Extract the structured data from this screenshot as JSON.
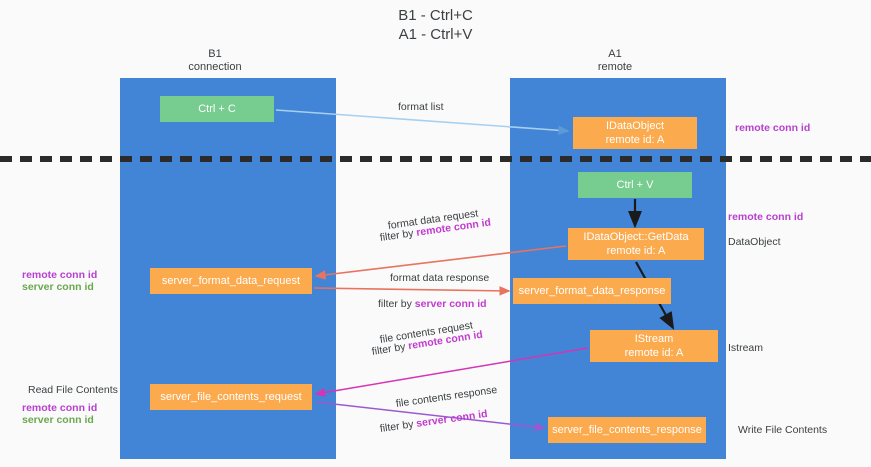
{
  "title": "B1 - Ctrl+C\nA1 - Ctrl+V",
  "columns": {
    "left": {
      "name": "B1",
      "role": "connection",
      "heading": "B1\nconnection"
    },
    "right": {
      "name": "A1",
      "role": "remote",
      "heading": "A1\nremote"
    }
  },
  "nodes": {
    "ctrl_c": {
      "label": "Ctrl + C",
      "color": "#77cc8f"
    },
    "ctrl_v": {
      "label": "Ctrl + V",
      "color": "#77cc8f"
    },
    "idataobject": {
      "label": "IDataObject\nremote id: A",
      "color": "#fbaa4e"
    },
    "getdata": {
      "label": "IDataObject::GetData\nremote id: A",
      "color": "#fbaa4e"
    },
    "istream": {
      "label": "IStream\nremote id: A",
      "color": "#fbaa4e"
    },
    "server_format_data_request": {
      "label": "server_format_data_request",
      "color": "#fbaa4e"
    },
    "server_format_data_response": {
      "label": "server_format_data_response",
      "color": "#fbaa4e"
    },
    "server_file_contents_request": {
      "label": "server_file_contents_request",
      "color": "#fbaa4e"
    },
    "server_file_contents_response": {
      "label": "server_file_contents_response",
      "color": "#fbaa4e"
    }
  },
  "edge_labels": {
    "format_list": "format list",
    "format_data_request": "format data request",
    "format_data_request_filter_prefix": "filter by ",
    "format_data_request_filter_key": "remote conn id",
    "format_data_response": "format data response",
    "format_data_response_filter_prefix": "filter by ",
    "format_data_response_filter_key": "server conn id",
    "file_contents_request": "file contents request",
    "file_contents_request_filter_prefix": "filter by ",
    "file_contents_request_filter_key": "remote conn id",
    "file_contents_response": "file contents response",
    "file_contents_response_filter_prefix": "filter by ",
    "file_contents_response_filter_key": "server conn id"
  },
  "side_labels": {
    "right_remote_conn_id_top": "remote conn id",
    "right_remote_conn_id_mid": "remote conn id",
    "right_dataobject": "DataObject",
    "right_istream": "Istream",
    "right_write_file_contents": "Write File Contents",
    "left_remote_conn_id": "remote conn id",
    "left_server_conn_id": "server conn id",
    "left_read_file_contents": "Read File Contents",
    "left_remote_conn_id_2": "remote conn id",
    "left_server_conn_id_2": "server conn id"
  },
  "colors": {
    "lane": "#4285d6",
    "node_green": "#77cc8f",
    "node_orange": "#fbaa4e",
    "purple": "#b83fd0",
    "green_text": "#6aa84f",
    "arrow_light_blue": "#a7cff0",
    "arrow_red": "#e8735e",
    "arrow_magenta": "#d633b5",
    "arrow_purple": "#9b59d0",
    "arrow_black": "#1a1a1a",
    "divider": "#2b2b2b",
    "background": "#fafafa"
  }
}
